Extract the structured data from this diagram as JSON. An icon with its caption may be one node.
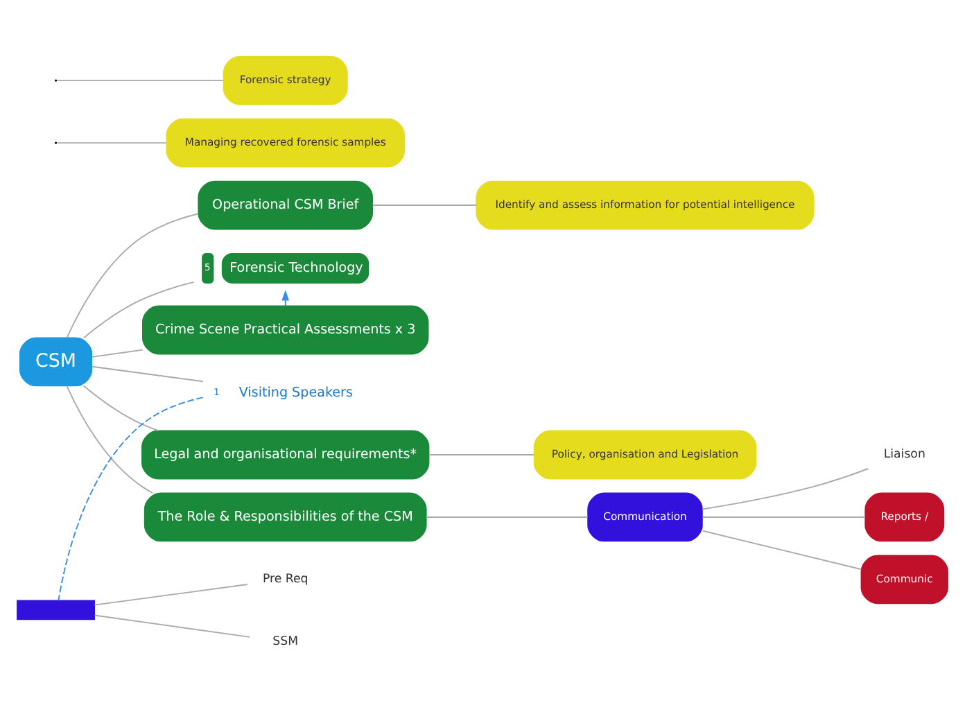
{
  "diagram": {
    "nodes": [
      {
        "text": [
          "CSM"
        ]
      },
      {
        "text": [
          "Operational CSM Brief"
        ]
      },
      {
        "text": [
          "Identify and assess information for potential intelligence"
        ]
      },
      {
        "text": [
          "Forensic Technology"
        ],
        "beside": [
          "5"
        ]
      },
      {
        "text": [
          "Crime Scene Practical Assessments x 3"
        ]
      },
      {
        "text": [
          "Visiting Speakers"
        ],
        "beside": [
          "1"
        ]
      },
      {
        "text": [
          "Legal and organisational requirements*"
        ]
      },
      {
        "text": [
          "Policy, organisation and Legislation"
        ]
      },
      {
        "text": [
          "The Role & Responsibilities of the CSM"
        ]
      },
      {
        "text": [
          "Communication"
        ]
      },
      {
        "text": [
          "Liaison"
        ]
      },
      {
        "text": [
          "Reports /"
        ]
      },
      {
        "text": [
          "Communic"
        ]
      },
      {
        "text": [
          "Pre Req"
        ]
      },
      {
        "text": [
          "SSM"
        ]
      },
      {
        "text": [
          "Managing recovered forensic samples"
        ]
      },
      {
        "text": [
          "Forensic strategy"
        ]
      },
      {
        "text": [],
        "shape": "box"
      }
    ],
    "edges": [
      {
        "from": 0,
        "to": 1,
        "arrow": "none"
      },
      {
        "from": 1,
        "to": 2,
        "arrow": "none"
      },
      {
        "from": 0,
        "to": 3,
        "arrow": "none"
      },
      {
        "from": 0,
        "to": 4,
        "arrow": "none"
      },
      {
        "from": 0,
        "to": 5,
        "arrow": "none"
      },
      {
        "from": 0,
        "to": 6,
        "arrow": "none"
      },
      {
        "from": 6,
        "to": 7,
        "arrow": "none"
      },
      {
        "from": 0,
        "to": 8,
        "arrow": "none"
      },
      {
        "from": 8,
        "to": 9,
        "arrow": "none"
      },
      {
        "from": 9,
        "to": 10,
        "arrow": "none"
      },
      {
        "from": 9,
        "to": 11,
        "arrow": "none"
      },
      {
        "from": 9,
        "to": 12,
        "arrow": "none"
      },
      {
        "from": 17,
        "to": 13,
        "arrow": "none"
      },
      {
        "from": 17,
        "to": 14,
        "arrow": "none"
      },
      {
        "from": null,
        "to": 15,
        "arrow": "none"
      },
      {
        "from": null,
        "to": 16,
        "arrow": "none"
      },
      {
        "from": 4,
        "to": 3,
        "arrow": "to",
        "style": "dashed",
        "color": "#3b8de0"
      },
      {
        "from": 5,
        "to": 17,
        "arrow": "none",
        "style": "dashed",
        "color": "#3b8de0"
      }
    ]
  }
}
